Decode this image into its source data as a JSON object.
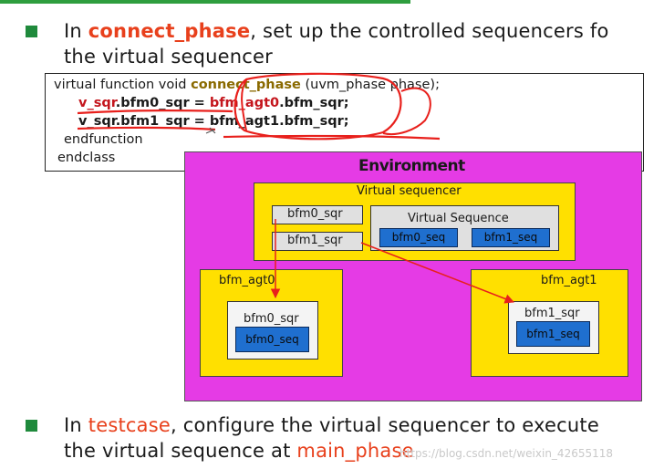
{
  "bullets": [
    {
      "before": "In ",
      "keyword": "connect_phase",
      "after": ", set up the controlled sequencers fo",
      "line2": "the virtual sequencer"
    },
    {
      "before": "In ",
      "keyword": "testcase",
      "after": ", configure the virtual sequencer to execute",
      "line2_before": "the virtual sequence at ",
      "line2_keyword": "main_phase"
    }
  ],
  "code": {
    "l1_a": "virtual  function  void  ",
    "l1_b": "connect_phase",
    "l1_c": " (uvm_phase  phase);",
    "l2_a": "v_sqr",
    "l2_b": ".bfm0_sqr = ",
    "l2_c": "bfm_agt0",
    "l2_d": ".bfm_sqr;",
    "l3_a": "v_sqr.bfm1_sqr = bfm_agt1.bfm_sqr;",
    "l4": "endfunction",
    "l5": "endclass"
  },
  "diagram": {
    "env_title": "Environment",
    "vseqr_title": "Virtual sequencer",
    "vseqr_bfm0": "bfm0_sqr",
    "vseqr_bfm1": "bfm1_sqr",
    "vseq_title": "Virtual Sequence",
    "vseq_seq0": "bfm0_seq",
    "vseq_seq1": "bfm1_seq",
    "agt0_title": "bfm_agt0",
    "agt0_sqr": "bfm0_sqr",
    "agt0_seq": "bfm0_seq",
    "agt1_title": "bfm_agt1",
    "agt1_sqr": "bfm1_sqr",
    "agt1_seq": "bfm1_seq"
  },
  "watermark": "https://blog.csdn.net/weixin_42655118",
  "colors": {
    "keyword": "#e8401c",
    "environment": "#e53be5",
    "agent": "#ffe000",
    "sequence": "#1f6fcf",
    "annotation": "#e8201c"
  }
}
